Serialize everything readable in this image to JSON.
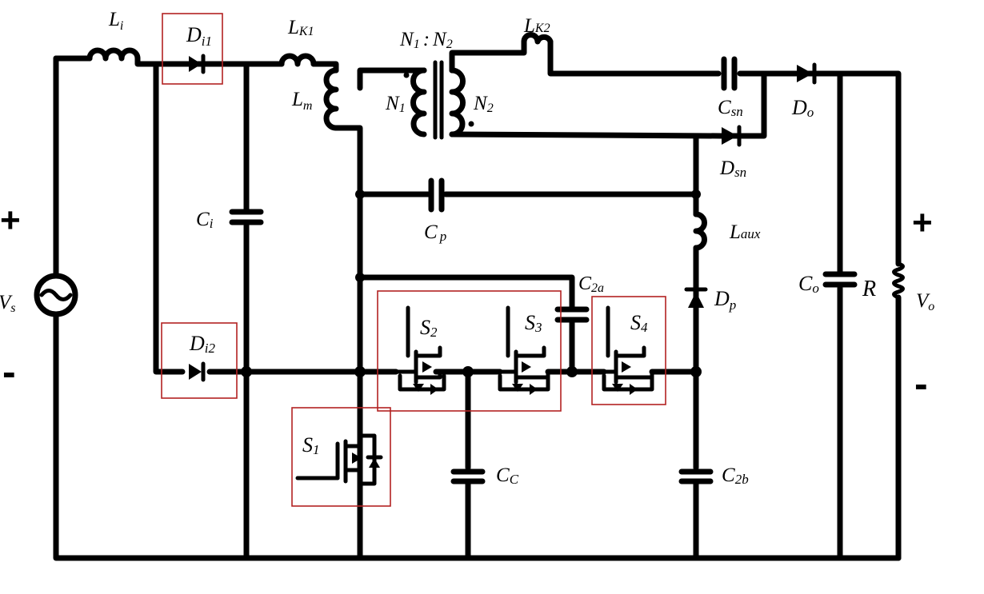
{
  "labels": {
    "Li": {
      "m": "L",
      "s": "i"
    },
    "D11": {
      "m": "D",
      "s": "i1"
    },
    "Lk1": {
      "m": "L",
      "s": "K1"
    },
    "ratio": {
      "a": "N",
      "a_s": "1",
      "colon": ":",
      "b": "N",
      "b_s": "2"
    },
    "Lk2": {
      "m": "L",
      "s": "K2"
    },
    "Lm": {
      "m": "L",
      "s": "m"
    },
    "N1": {
      "m": "N",
      "s": "1"
    },
    "N2": {
      "m": "N",
      "s": "2"
    },
    "Csn": {
      "m": "C",
      "s": "sn"
    },
    "Do": {
      "m": "D",
      "s": "o"
    },
    "Dsn": {
      "m": "D",
      "s": "sn"
    },
    "Ci": {
      "m": "C",
      "s": "i"
    },
    "Cp": {
      "m": "C",
      "s": "p"
    },
    "Laux": {
      "m": "L",
      "s": "aux"
    },
    "C2a": {
      "m": "C",
      "s": "2a"
    },
    "S2": {
      "m": "S",
      "s": "2"
    },
    "S3": {
      "m": "S",
      "s": "3"
    },
    "S4": {
      "m": "S",
      "s": "4"
    },
    "Dp": {
      "m": "D",
      "s": "p"
    },
    "Co": {
      "m": "C",
      "s": "o"
    },
    "R": {
      "m": "R"
    },
    "Vs": {
      "m": "V",
      "s": "s"
    },
    "Di2": {
      "m": "D",
      "s": "i2"
    },
    "S1": {
      "m": "S",
      "s": "1"
    },
    "Cc": {
      "m": "C",
      "s": "C"
    },
    "C2b": {
      "m": "C",
      "s": "2b"
    },
    "Vo": {
      "m": "V",
      "s": "o"
    },
    "vs_plus": "+",
    "vs_minus": "-",
    "vo_plus": "+",
    "vo_minus": "-"
  },
  "colors": {
    "wire": "#000000",
    "highlight": "#b22222"
  }
}
